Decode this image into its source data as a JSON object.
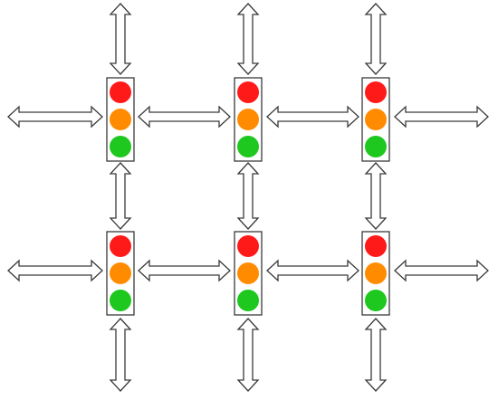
{
  "colors": {
    "background": "#ffffff",
    "outline": "#3a3a3a",
    "arrow_fill": "#ffffff",
    "light_red": "#ff1a1a",
    "light_amber": "#ff8c00",
    "light_green": "#1ec81e"
  },
  "grid": {
    "rows": 2,
    "columns": 3,
    "light_order": [
      "red",
      "amber",
      "green"
    ]
  },
  "icons": {
    "traffic_light": "traffic-light-icon",
    "connector": "double-headed-arrow-icon"
  }
}
